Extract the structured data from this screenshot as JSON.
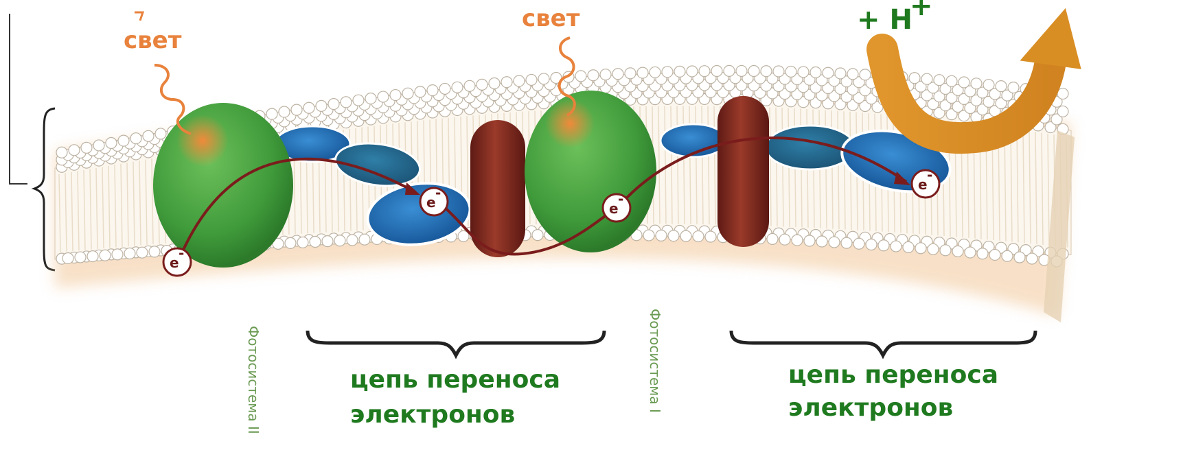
{
  "labels": {
    "light_1": "свет",
    "light_2": "свет",
    "proton": "+ H",
    "proton_sup": "+",
    "photosystem_2": "Фотосистема II",
    "photosystem_1": "Фотосистема I",
    "chain_1_line1": "цепь переноса",
    "chain_1_line2": "электронов",
    "chain_2_line1": "цепь переноса",
    "chain_2_line2": "электронов",
    "electron": "e",
    "electron_sup": "-"
  },
  "colors": {
    "photosystem": "#3f9a3a",
    "cytochrome": "#7a2a20",
    "carrier": "#1f6fb3",
    "membrane_head": "#ffffff",
    "membrane_tail": "#e9dcc8",
    "glow": "#f2c89a",
    "path": "#7a1c1c",
    "light": "#e8823c",
    "label_green": "#1f7a1f",
    "arrow": "#d9922a"
  }
}
